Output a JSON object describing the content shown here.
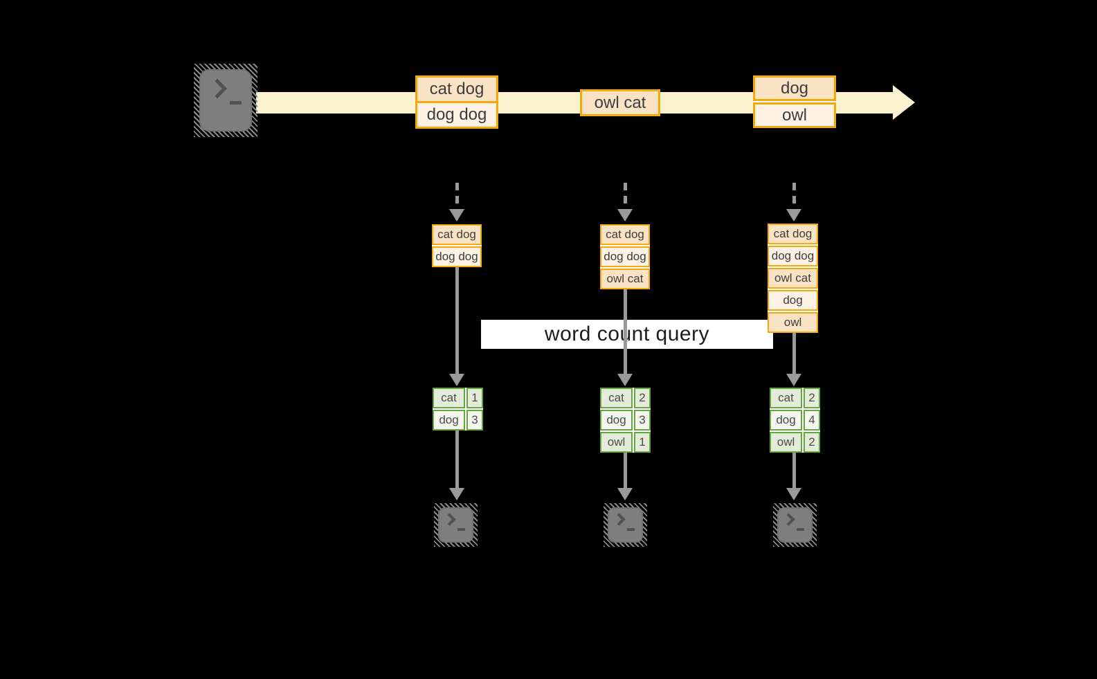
{
  "scene": {
    "query_label": "word count query"
  },
  "colors": {
    "background": "#000000",
    "stream_band": "#FBF2CF",
    "orange_border": "#F5A90B",
    "peach_dark": "#FAE3C5",
    "peach_light": "#FDF2E3",
    "green_border": "#66A63F",
    "green_fill_dark": "#E3ECD8",
    "green_fill_light": "#F2F6ED",
    "arrow_gray": "#9A9A9A",
    "query_bg": "#FFFFFF",
    "text": "#3D3D3D"
  },
  "icons": {
    "source": "terminal-prompt-icon",
    "outputs": "terminal-prompt-icon"
  },
  "stream": {
    "batches": [
      {
        "lines": [
          "cat dog",
          "dog dog"
        ]
      },
      {
        "lines": [
          "owl cat"
        ]
      },
      {
        "lines": [
          "dog",
          "owl"
        ]
      }
    ]
  },
  "columns": [
    {
      "input_lines": [
        "cat dog",
        "dog dog"
      ],
      "counts": [
        {
          "word": "cat",
          "count": "1"
        },
        {
          "word": "dog",
          "count": "3"
        }
      ]
    },
    {
      "input_lines": [
        "cat dog",
        "dog dog",
        "owl cat"
      ],
      "counts": [
        {
          "word": "cat",
          "count": "2"
        },
        {
          "word": "dog",
          "count": "3"
        },
        {
          "word": "owl",
          "count": "1"
        }
      ]
    },
    {
      "input_lines": [
        "cat dog",
        "dog dog",
        "owl cat",
        "dog",
        "owl"
      ],
      "counts": [
        {
          "word": "cat",
          "count": "2"
        },
        {
          "word": "dog",
          "count": "4"
        },
        {
          "word": "owl",
          "count": "2"
        }
      ]
    }
  ]
}
